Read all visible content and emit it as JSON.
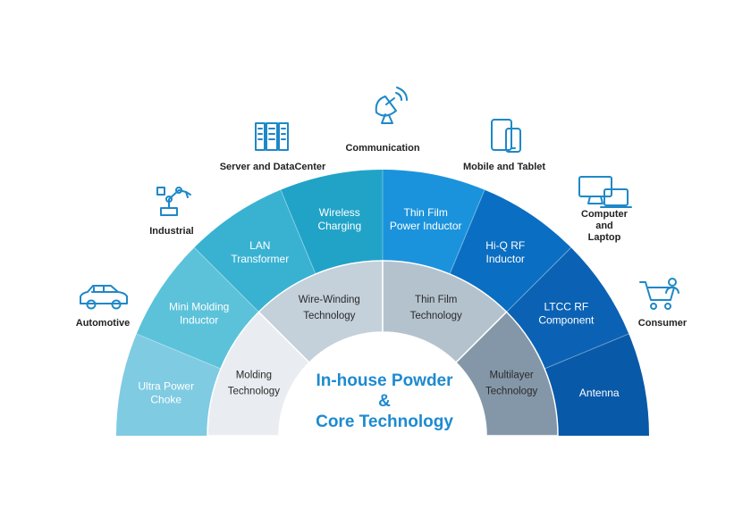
{
  "core": {
    "line1": "In-house Powder",
    "line2": "&",
    "line3": "Core Technology"
  },
  "technologies": [
    {
      "lines": [
        "Molding",
        "Technology"
      ]
    },
    {
      "lines": [
        "Wire-Winding",
        "Technology"
      ]
    },
    {
      "lines": [
        "Thin Film",
        "Technology"
      ]
    },
    {
      "lines": [
        "Multilayer",
        "Technology"
      ]
    }
  ],
  "applications": [
    {
      "lines": [
        "Ultra Power",
        "Choke"
      ]
    },
    {
      "lines": [
        "Mini Molding",
        "Inductor"
      ]
    },
    {
      "lines": [
        "LAN",
        "Transformer"
      ]
    },
    {
      "lines": [
        "Wireless",
        "Charging"
      ]
    },
    {
      "lines": [
        "Thin Film",
        "Power Inductor"
      ]
    },
    {
      "lines": [
        "Hi-Q RF",
        "Inductor"
      ]
    },
    {
      "lines": [
        "LTCC RF",
        "Component"
      ]
    },
    {
      "lines": [
        "Antenna"
      ]
    }
  ],
  "markets": [
    {
      "lines": [
        "Automotive"
      ],
      "icon": "car-icon"
    },
    {
      "lines": [
        "Industrial"
      ],
      "icon": "robot-arm-icon"
    },
    {
      "lines": [
        "Server and DataCenter"
      ],
      "icon": "server-icon"
    },
    {
      "lines": [
        "Communication"
      ],
      "icon": "satellite-dish-icon"
    },
    {
      "lines": [
        "Mobile and Tablet"
      ],
      "icon": "mobile-tablet-icon"
    },
    {
      "lines": [
        "Computer",
        "and",
        "Laptop"
      ],
      "icon": "computer-laptop-icon"
    },
    {
      "lines": [
        "Consumer"
      ],
      "icon": "shopping-cart-icon"
    }
  ],
  "colors": {
    "core_text": "#1d8ad0",
    "icon_stroke": "#1e88c8",
    "app_segments": [
      "#7fcbe2",
      "#5bc2da",
      "#39b2d2",
      "#21a3c8",
      "#1b93dc",
      "#0a6ec2",
      "#0b62b4",
      "#0959a9"
    ],
    "tech_segments": [
      "#e9edf1",
      "#c4d0da",
      "#b4c2ce",
      "#8497a8"
    ]
  }
}
